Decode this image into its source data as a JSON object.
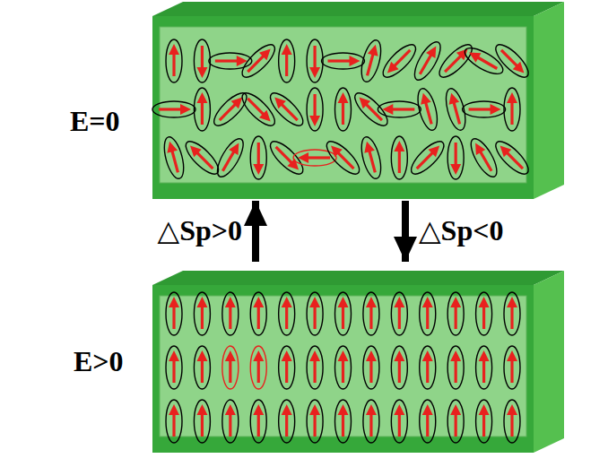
{
  "diagram": {
    "nodes": [
      {
        "text": [
          "E=0"
        ]
      },
      {
        "text": [
          "E>0"
        ]
      }
    ],
    "edges": [
      {
        "from": 1,
        "to": 0,
        "arrow": "to",
        "label": "△Sp>0"
      },
      {
        "from": 0,
        "to": 1,
        "arrow": "to",
        "label": "△Sp<0"
      }
    ]
  }
}
